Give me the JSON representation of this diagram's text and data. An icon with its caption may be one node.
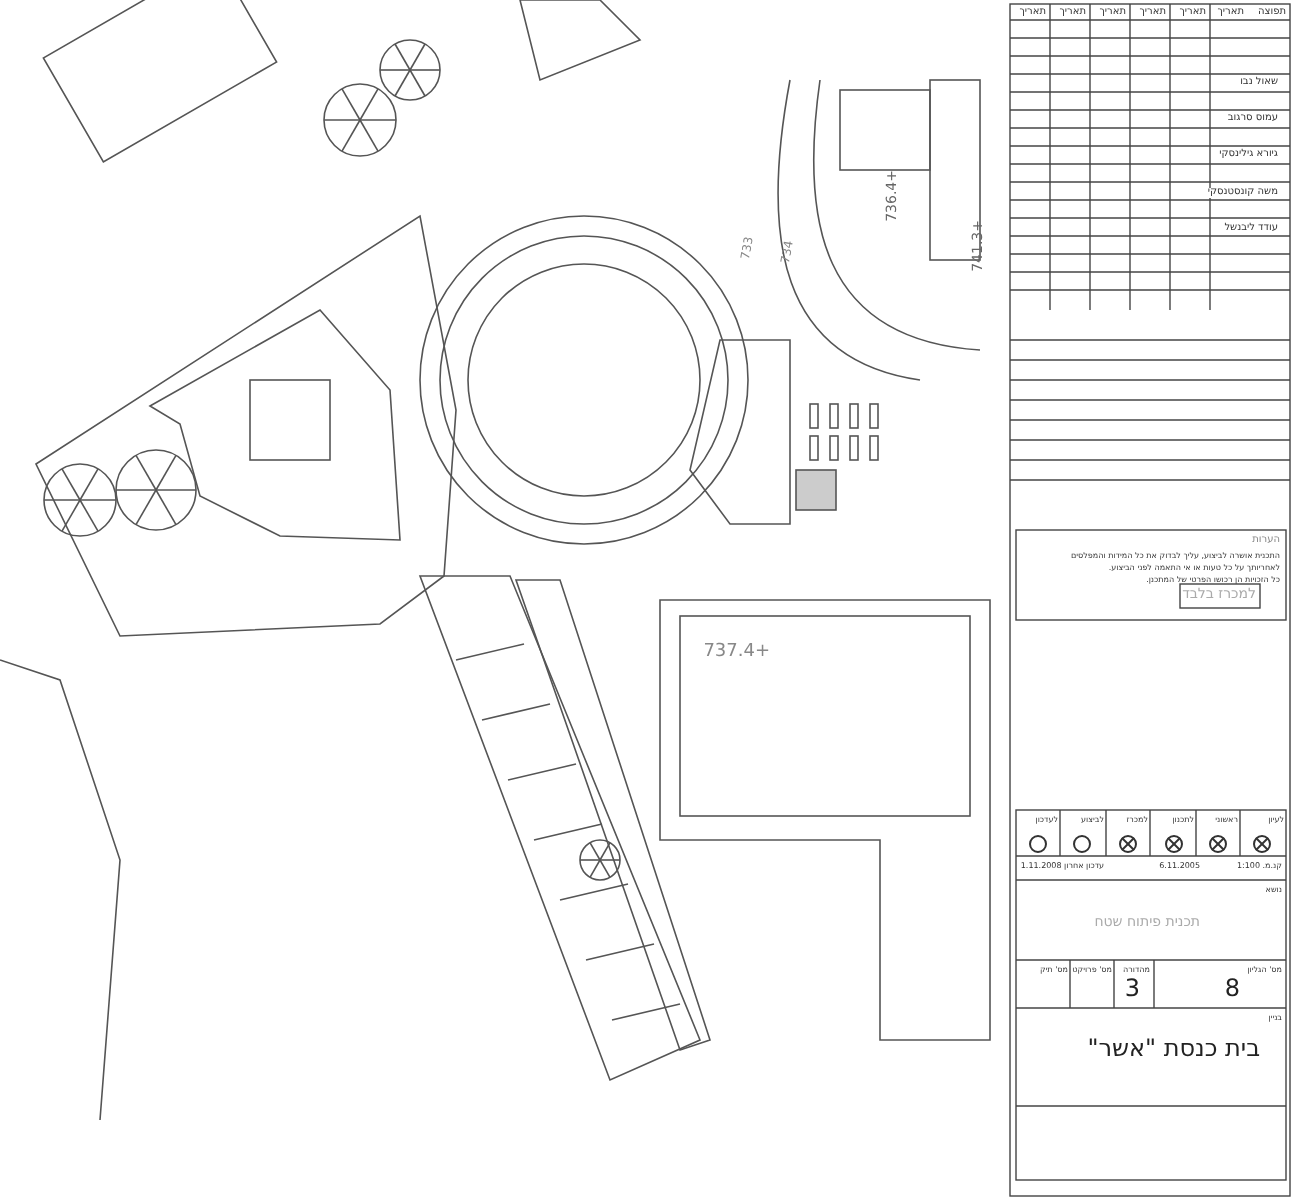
{
  "diagram": {
    "labels": [
      "734",
      "733",
      "+736.4",
      "+741.3",
      "+737.4",
      "תפוצה",
      "תאריך",
      "תאריך",
      "תאריך",
      "תאריך",
      "תאריך",
      "תאריך",
      "שאול נבו",
      "עמוס סרגוב",
      "גיורא גילינסקי",
      "משה קונסטנסקי",
      "עודד ליבנשל",
      "הערות",
      "התכנית אושרה לביצוע, עליך לבדוק את כל המידות והמפלסים",
      "לאחריותך על כל טעות או אי התאמה לפני הביצוע.",
      "כל הזכויות הן רכושו הפרטי של המתכנן.",
      "למכרז בלבד",
      "לעיון",
      "ראשוני",
      "לתכנון",
      "למכרז",
      "לביצוע",
      "לעדכון",
      "קנ.מ. 1:100",
      "6.11.2005",
      "עדכון אחרון 1.11.2008",
      "נושא",
      "תכנית פיתוח שטח",
      "מס' הגליון",
      "8",
      "מהדורה",
      "3",
      "מס' פרויקט",
      "מס' תיק",
      "בניין",
      "בית כנסת \"אשר\""
    ]
  }
}
